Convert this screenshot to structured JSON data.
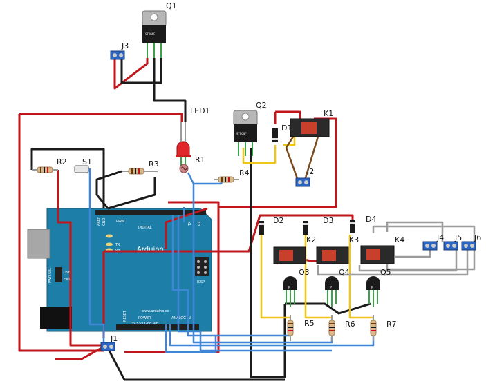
{
  "labels": {
    "q1": "Q1",
    "q2": "Q2",
    "q3": "Q3",
    "q4": "Q4",
    "q5": "Q5",
    "j1": "J1",
    "j2": "J2",
    "j3": "J3",
    "j4": "J4",
    "j5": "J5",
    "j6": "J6",
    "k1": "K1",
    "k2": "K2",
    "k3": "K3",
    "k4": "K4",
    "d1": "D1",
    "d2": "D2",
    "d3": "D3",
    "d4": "D4",
    "r1": "R1",
    "r2": "R2",
    "r3": "R3",
    "r4": "R4",
    "r5": "R5",
    "r6": "R6",
    "r7": "R7",
    "s1": "S1",
    "led1": "LED1"
  },
  "board": {
    "brand": "Arduino",
    "aref": "AREF",
    "gnd": "GND",
    "digital": "DIGITAL",
    "pwm": "PWM",
    "tx": "TX",
    "rx": "RX",
    "icsp": "ICSP",
    "reset": "RESET",
    "v33": "3V3",
    "v5": "5V",
    "gnd2": "Gnd",
    "vin": "Vin",
    "power": "POWER",
    "analog": "ANALOG IN",
    "pwrsel": "PWR SEL",
    "usb": "USB",
    "ext": "EXT",
    "url": "www.arduino.cc",
    "transistor_mark": "P",
    "regulator_mark": "STP6NF"
  },
  "wire_colors": {
    "red": "#c0161c",
    "black": "#1b1b1b",
    "blue": "#3f86d8",
    "yellow": "#f0c419",
    "gray": "#9c9c9c",
    "green": "#3aa34a",
    "brown": "#7a4a1c"
  }
}
